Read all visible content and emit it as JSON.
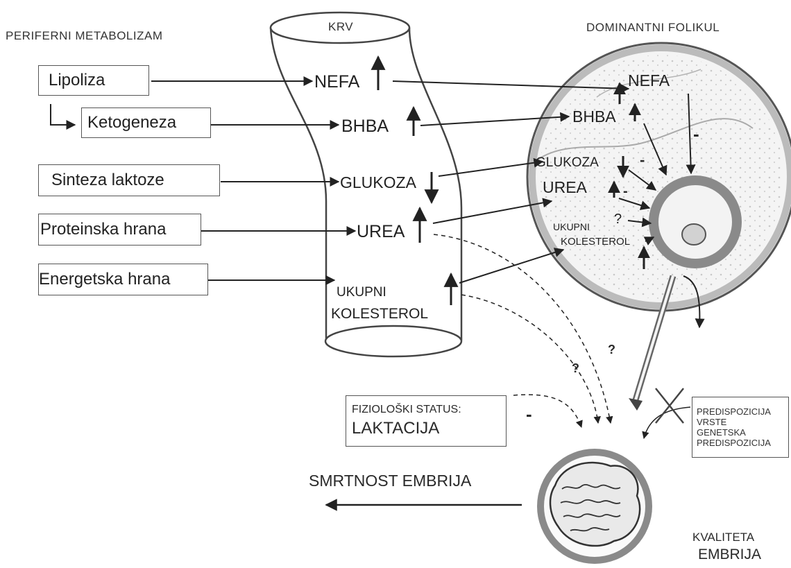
{
  "headers": {
    "peripheral": "PERIFERNI METABOLIZAM",
    "blood": "KRV",
    "follicle": "DOMINANTNI FOLIKUL"
  },
  "peripheral_boxes": {
    "lipoliza": "Lipoliza",
    "ketogeneza": "Ketogeneza",
    "sinteza": "Sinteza laktoze",
    "proteinska": "Proteinska hrana",
    "energetska": "Energetska hrana"
  },
  "blood_markers": {
    "nefa": "NEFA",
    "bhba": "BHBA",
    "glukoza": "GLUKOZA",
    "urea": "UREA",
    "kolesterol_1": "UKUPNI",
    "kolesterol_2": "KOLESTEROL"
  },
  "follicle_markers": {
    "nefa": "NEFA",
    "bhba": "BHBA",
    "glukoza": "GLUKOZA",
    "urea": "UREA",
    "kolesterol_1": "UKUPNI",
    "kolesterol_2": "KOLESTEROL",
    "question": "?"
  },
  "signs": {
    "minus": "-",
    "question": "?"
  },
  "status_box": {
    "line1": "FIZIOLOŠKI STATUS:",
    "line2": "LAKTACIJA"
  },
  "predisposition_box": {
    "line1": "PREDISPOZICIJA",
    "line2": "VRSTE",
    "line3": "GENETSKA",
    "line4": "PREDISPOZICIJA"
  },
  "outcome": "SMRTNOST EMBRIJA",
  "quality": {
    "line1": "KVALITETA",
    "line2": "EMBRIJA"
  },
  "colors": {
    "ink": "#2a2a2a",
    "ring": "#7a7a7a",
    "follicle_fill": "#f2f2f2"
  }
}
